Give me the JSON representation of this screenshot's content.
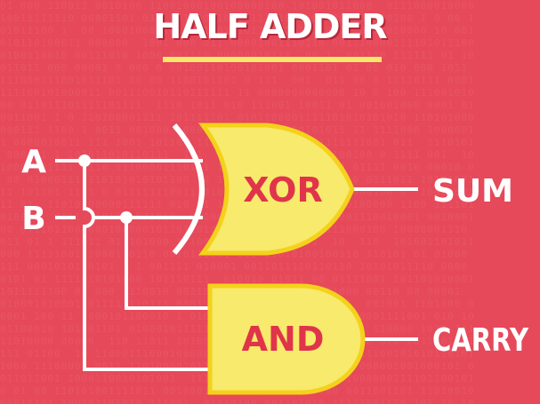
{
  "title": "HALF ADDER",
  "inputs": {
    "a": "A",
    "b": "B"
  },
  "gates": {
    "xor": "XOR",
    "and": "AND"
  },
  "outputs": {
    "sum": "SUM",
    "carry": "CARRY"
  },
  "colors": {
    "background": "#e6495a",
    "wire": "#ffffff",
    "gate_fill": "#f7ea6c",
    "gate_stroke": "#f4d21a",
    "gate_text": "#e0344a",
    "underline": "#f7e86a"
  }
}
